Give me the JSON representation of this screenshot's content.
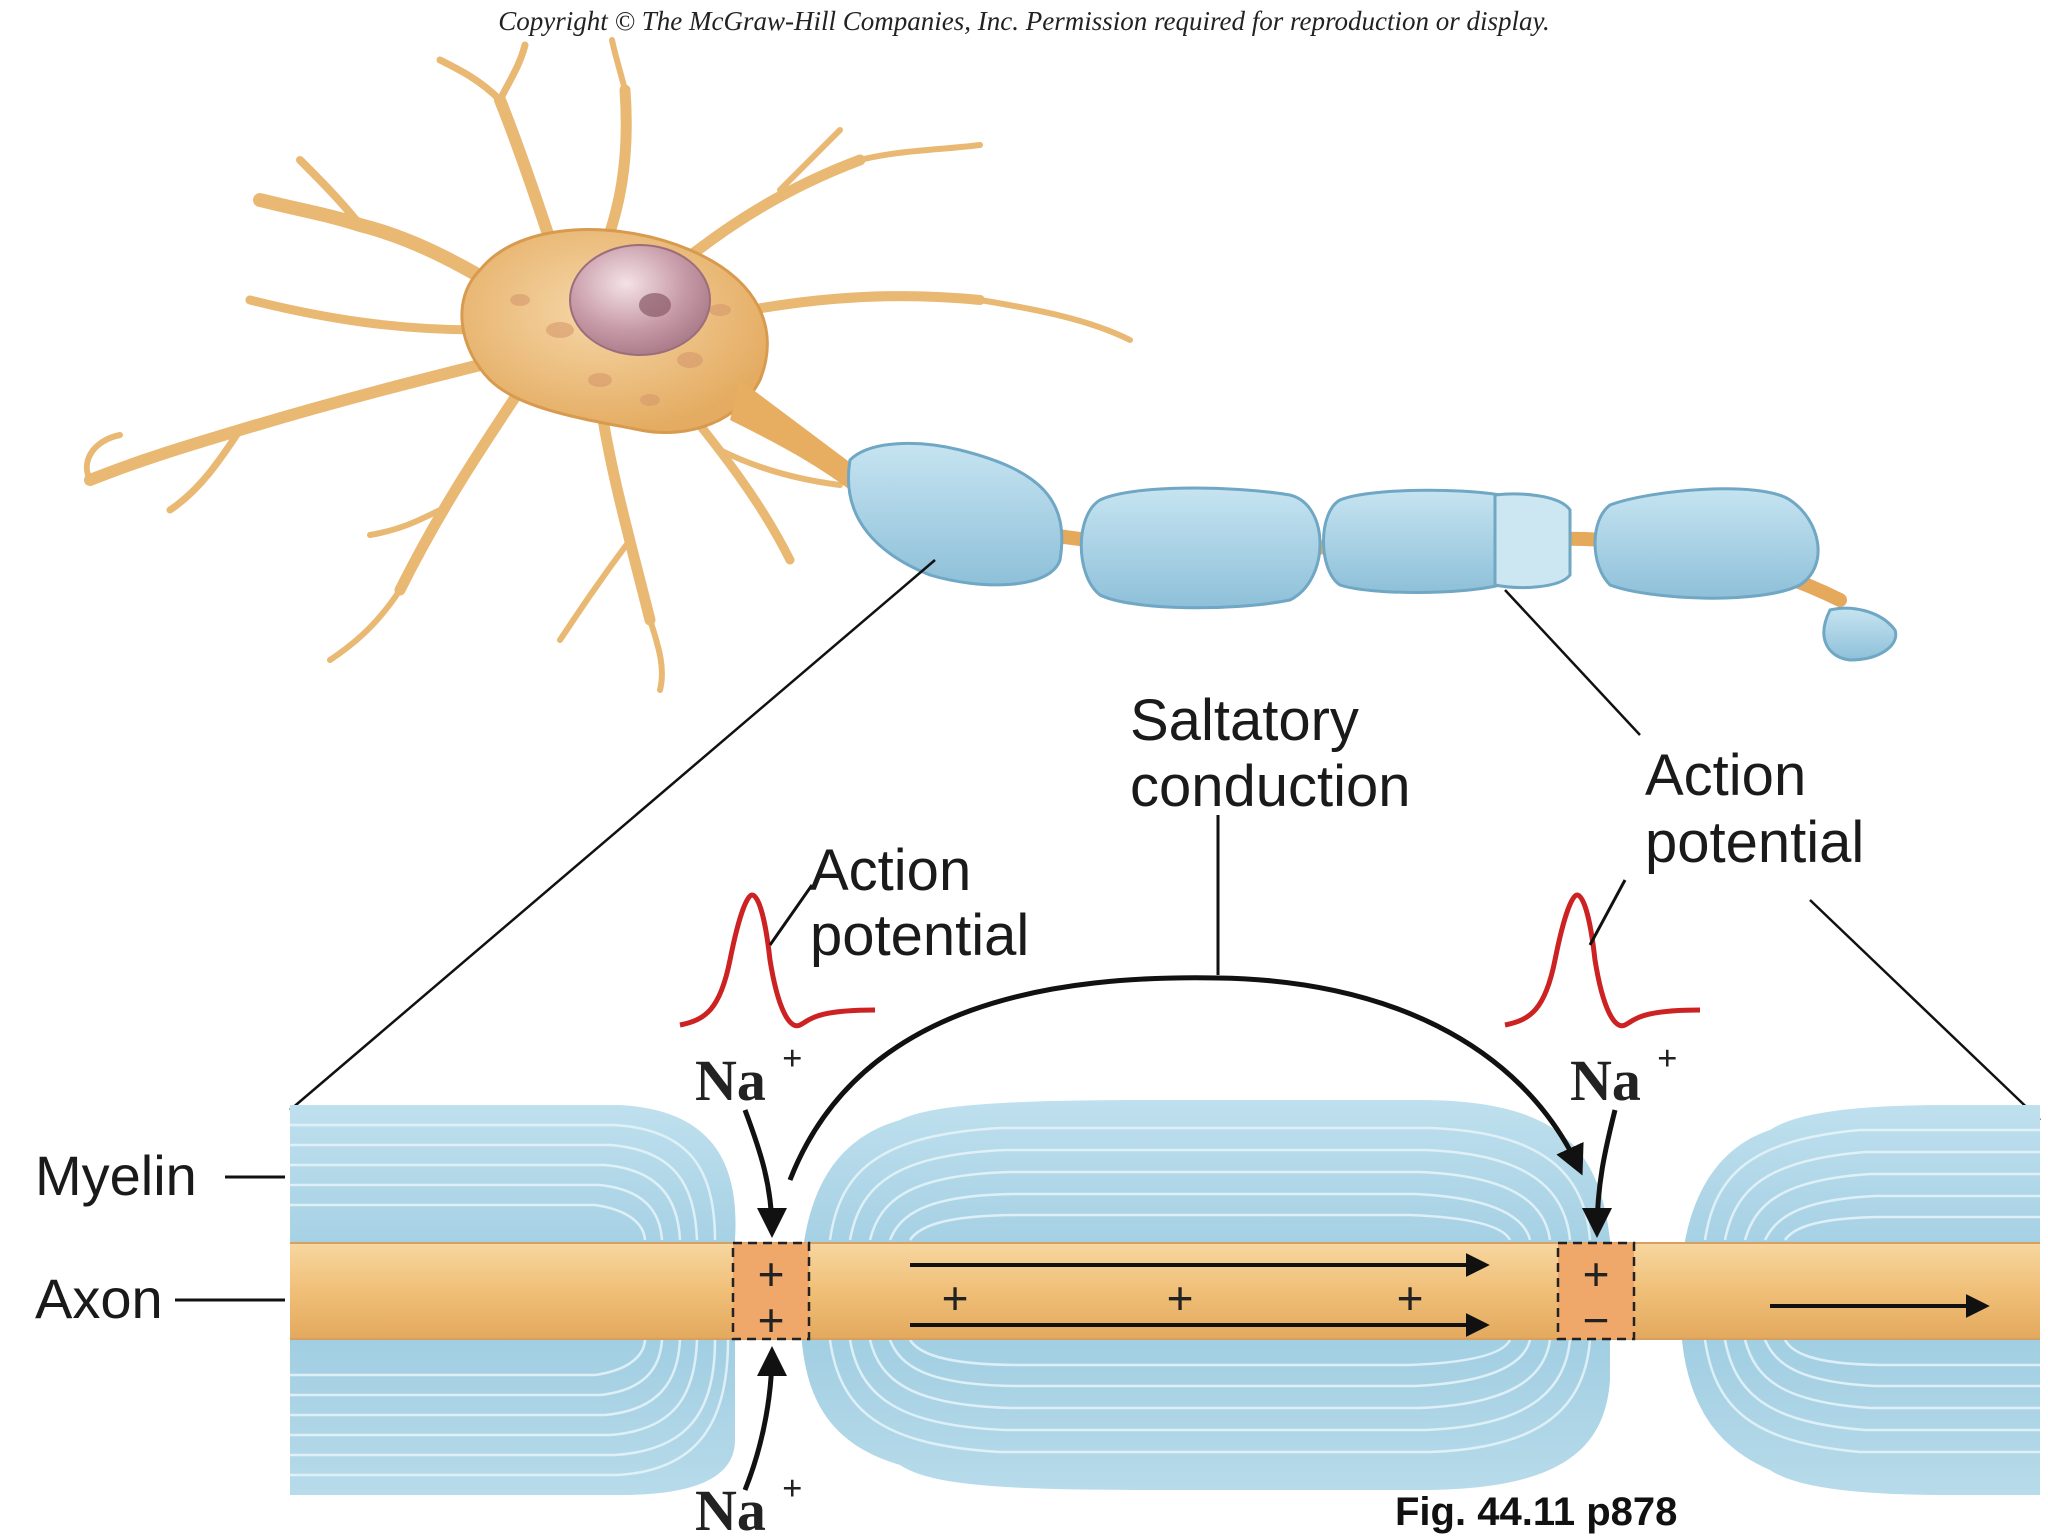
{
  "copyright": "Copyright © The McGraw-Hill Companies, Inc. Permission required for reproduction or display.",
  "labels": {
    "saltatory_line1": "Saltatory",
    "saltatory_line2": "conduction",
    "ap_left_line1": "Action",
    "ap_left_line2": "potential",
    "ap_right_line1": "Action",
    "ap_right_line2": "potential",
    "myelin": "Myelin",
    "axon": "Axon"
  },
  "ions": {
    "na_top_left": "Na",
    "na_top_right": "Na",
    "na_bottom_left": "Na",
    "superscript": "+"
  },
  "charges": {
    "node1_top": "+",
    "node1_bottom": "+",
    "node2_top": "+",
    "node2_bottom": "−",
    "internode_1": "+",
    "internode_2": "+",
    "internode_3": "+"
  },
  "caption": "Fig. 44.11 p878",
  "colors": {
    "myelin": "#a8d4e6",
    "myelin_line": "#e4f3f9",
    "axon": "#f2c27e",
    "node": "#f0a86a",
    "action_potential": "#cc2222"
  }
}
